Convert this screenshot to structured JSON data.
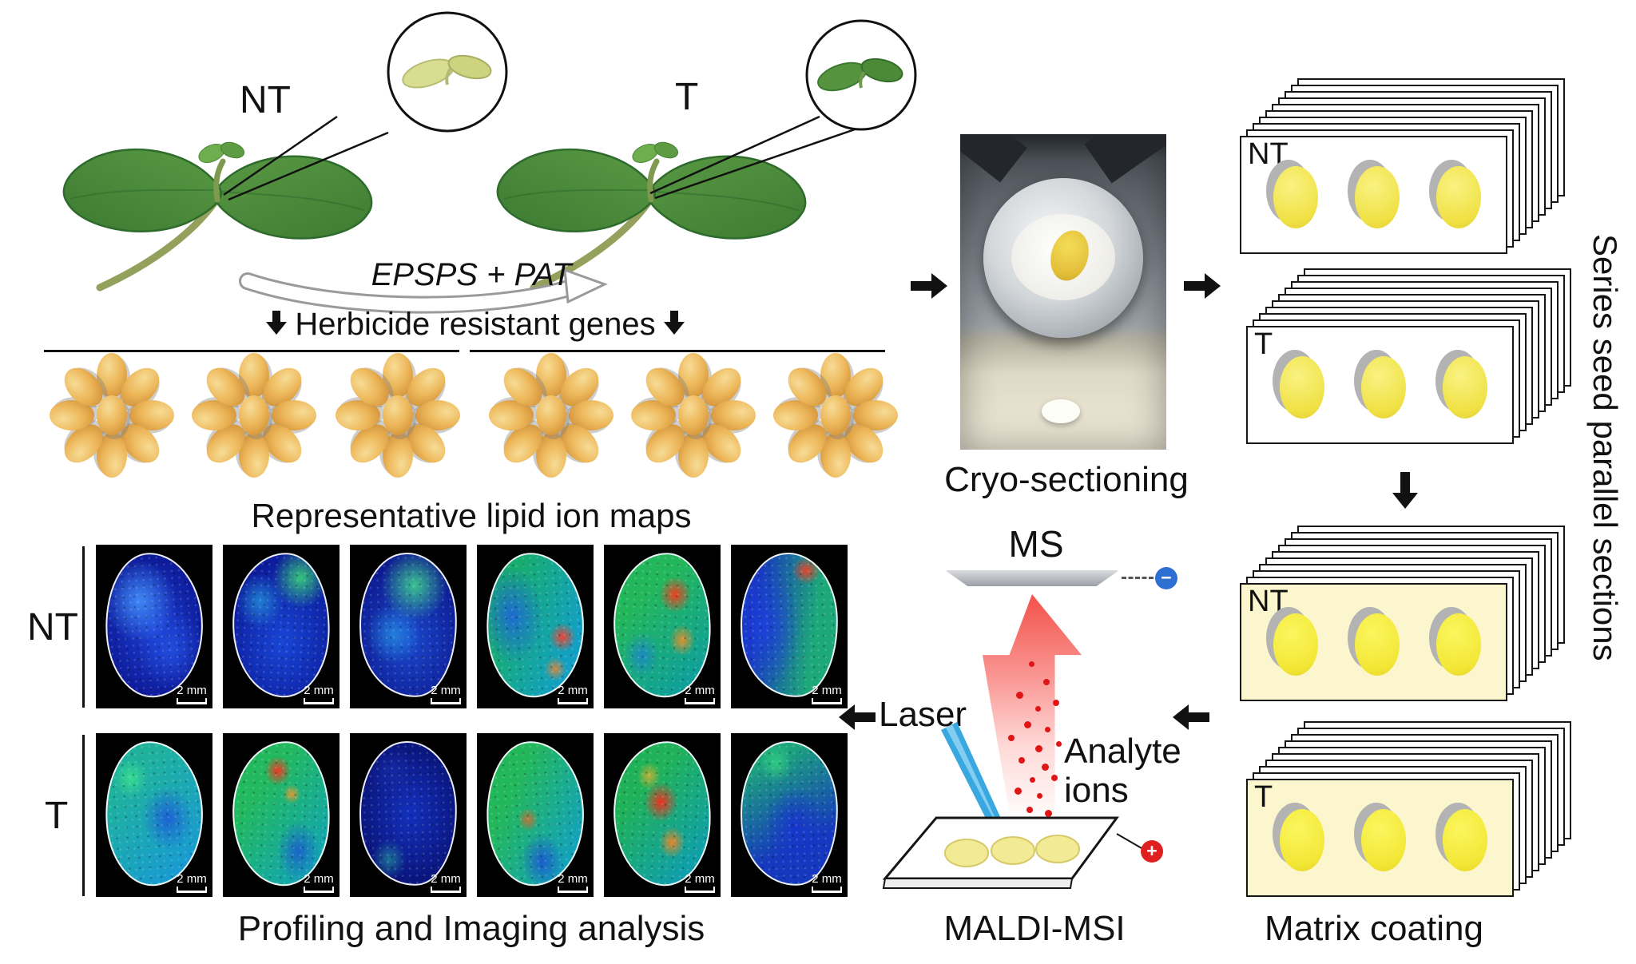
{
  "figure": {
    "plants": {
      "nt_label": "NT",
      "t_label": "T",
      "gene_label": "EPSPS + PAT",
      "herbicide_label": "Herbicide resistant genes"
    },
    "lipid": {
      "title": "Representative lipid ion maps",
      "row_nt": "NT",
      "row_t": "T",
      "scale": "2 mm",
      "caption": "Profiling and Imaging analysis"
    },
    "cryo": {
      "caption": "Cryo-sectioning"
    },
    "stacks": {
      "side_label": "Series seed parallel sections",
      "sections": {
        "nt": "NT",
        "t": "T"
      },
      "matrix": {
        "nt": "NT",
        "t": "T",
        "caption": "Matrix coating"
      }
    },
    "maldi": {
      "ms": "MS",
      "laser": "Laser",
      "analyte_line1": "Analyte",
      "analyte_line2": "ions",
      "minus": "−",
      "plus": "+",
      "caption": "MALDI-MSI"
    },
    "colors": {
      "seed_tan": "#edb85b",
      "section_yellow": "#f3e736",
      "leaf_green": "#4c8a38",
      "laser_blue": "#39a7e0",
      "ion_red": "#e01616",
      "anode_red": "#e02020",
      "cathode_blue": "#2e6fd2",
      "heat_blue": "#1330bd",
      "heat_green": "#22b95f",
      "heat_red": "#fa3c1e"
    }
  }
}
